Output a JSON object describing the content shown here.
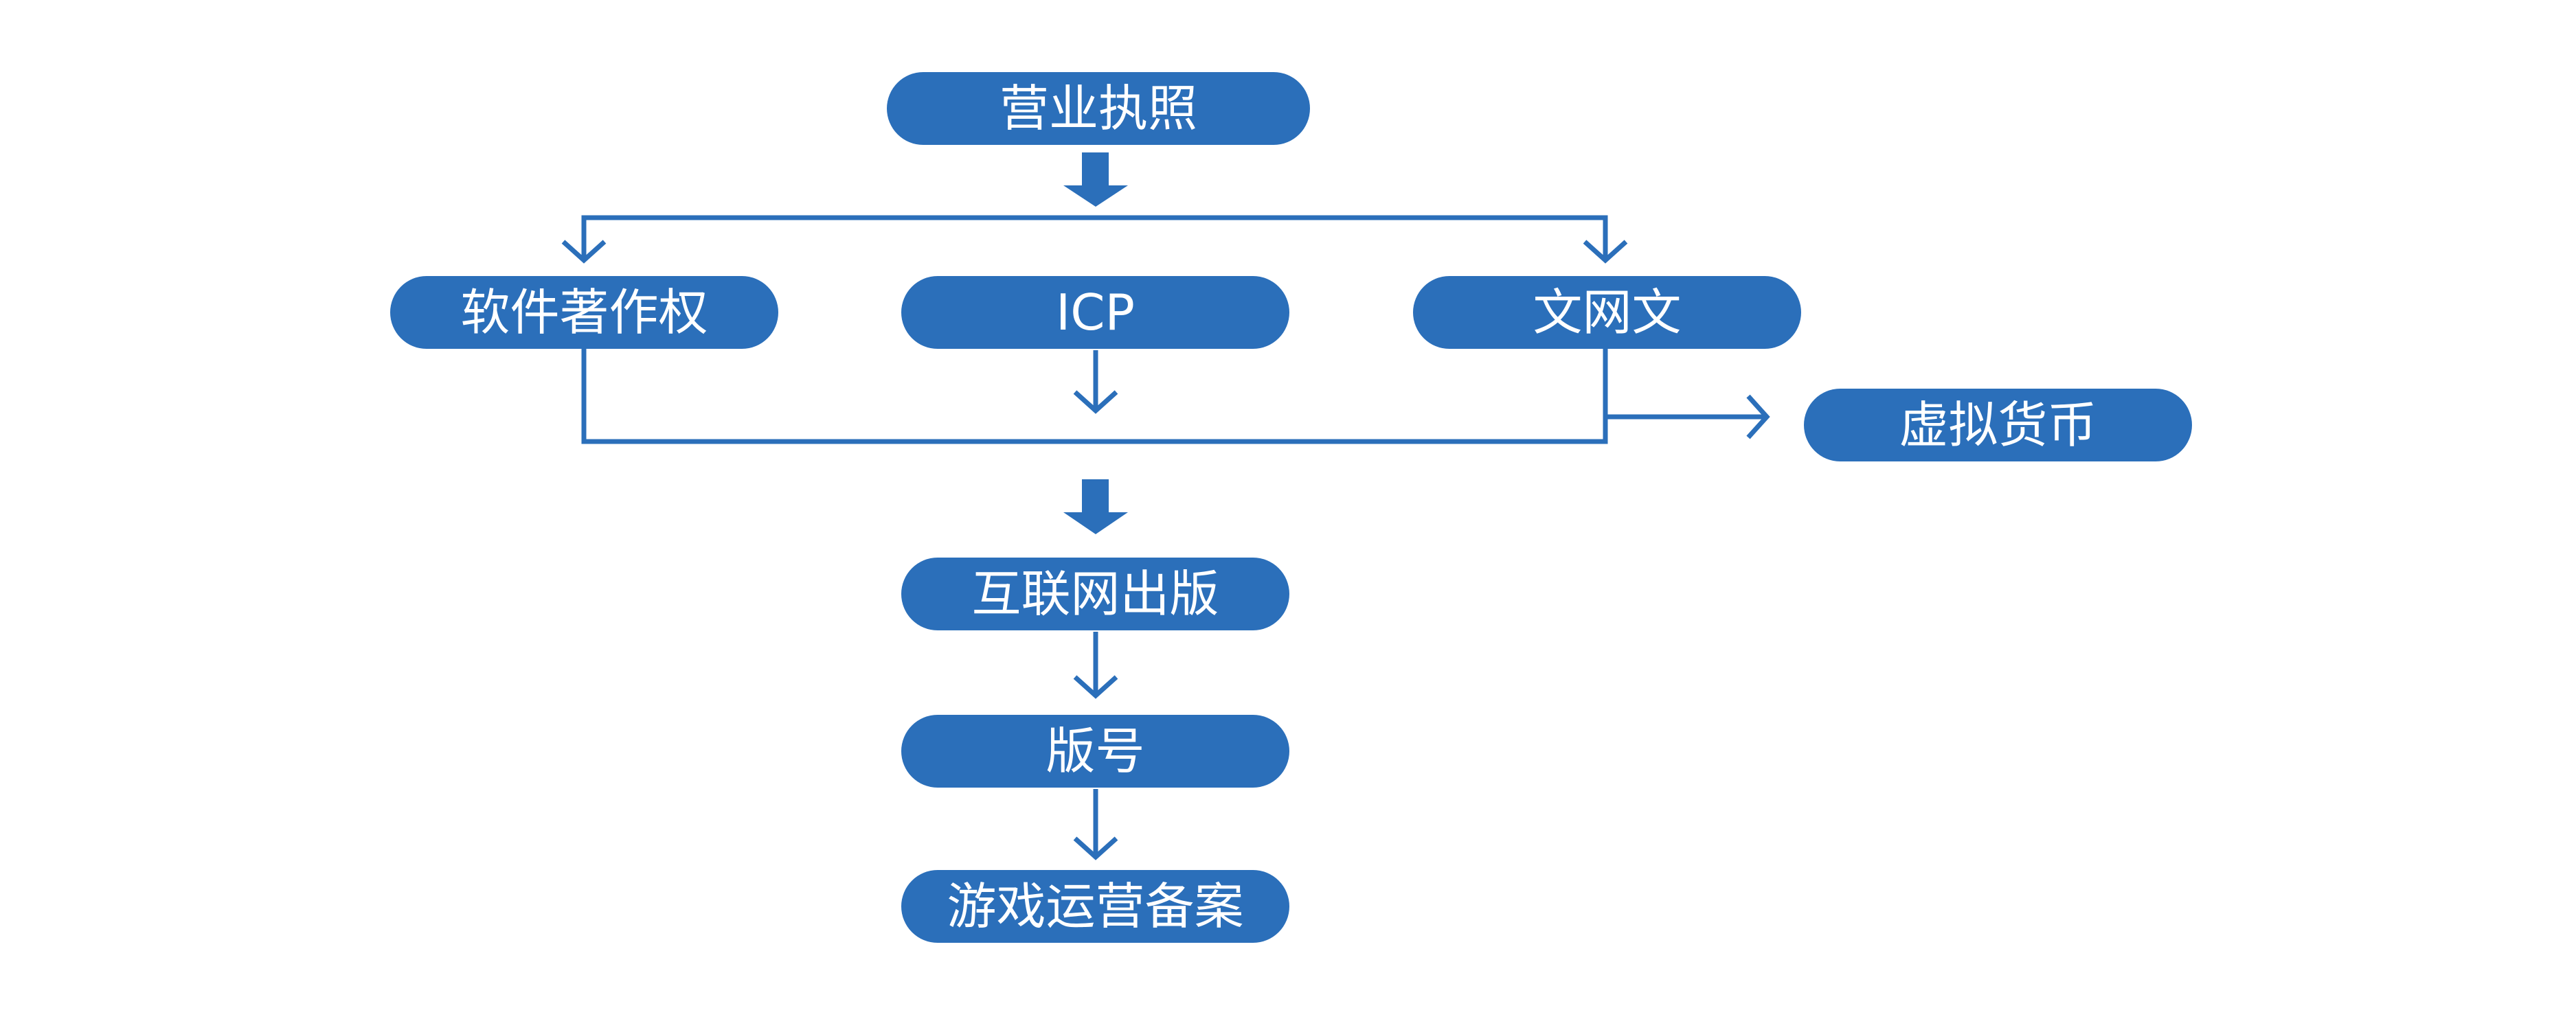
{
  "diagram": {
    "colors": {
      "node_fill": "#2b6fba",
      "connector": "#2b6fba",
      "text": "#ffffff",
      "background": "#ffffff"
    },
    "nodes": {
      "license": "营业执照",
      "software_copyright": "软件著作权",
      "icp": "ICP",
      "wenwang": "文网文",
      "virtual_currency": "虚拟货币",
      "internet_publishing": "互联网出版",
      "game_license": "版号",
      "game_record": "游戏运营备案"
    },
    "edges": [
      {
        "from": "营业执照",
        "to": "软件著作权"
      },
      {
        "from": "营业执照",
        "to": "ICP"
      },
      {
        "from": "营业执照",
        "to": "文网文"
      },
      {
        "from": "软件著作权",
        "to": "互联网出版"
      },
      {
        "from": "ICP",
        "to": "互联网出版"
      },
      {
        "from": "文网文",
        "to": "互联网出版"
      },
      {
        "from": "文网文",
        "to": "虚拟货币"
      },
      {
        "from": "互联网出版",
        "to": "版号"
      },
      {
        "from": "版号",
        "to": "游戏运营备案"
      }
    ]
  }
}
